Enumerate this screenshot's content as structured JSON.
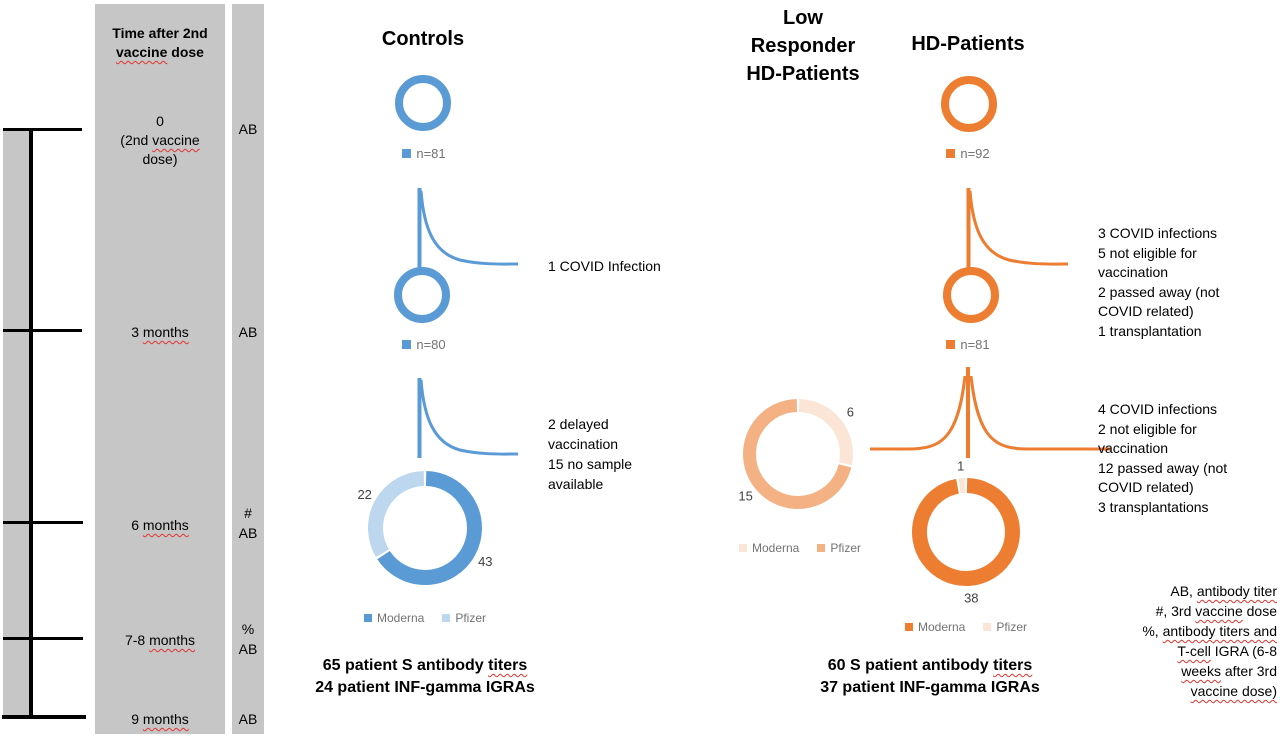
{
  "colors": {
    "blue": "#5B9BD5",
    "blue_light": "#BDD7EE",
    "orange": "#ED7D31",
    "orange_medium": "#F4B183",
    "orange_pale": "#FBE5D6",
    "panel_gray": "#C6C6C6",
    "legend_text": "#737373",
    "label_gray": "#404040",
    "squiggle_red": "#E0342F"
  },
  "timeline": {
    "header": [
      [
        "Time after 2nd"
      ],
      [
        {
          "t": "vaccine",
          "m": true
        },
        " dose"
      ]
    ],
    "rows": [
      {
        "time": [
          [
            "0"
          ],
          [
            "(2nd ",
            {
              "t": "vaccine",
              "m": true
            }
          ],
          [
            "dose)"
          ]
        ],
        "marker": [
          [
            "AB"
          ]
        ]
      },
      {
        "time": [
          [
            "3 ",
            {
              "t": "months",
              "m": true
            }
          ]
        ],
        "marker": [
          [
            "AB"
          ]
        ]
      },
      {
        "time": [
          [
            "6 ",
            {
              "t": "months",
              "m": true
            }
          ]
        ],
        "marker": [
          [
            "#"
          ],
          [
            "AB"
          ]
        ]
      },
      {
        "time": [
          [
            "7-8 ",
            {
              "t": "months",
              "m": true
            }
          ]
        ],
        "marker": [
          [
            "%"
          ],
          [
            "AB"
          ]
        ]
      },
      {
        "time": [
          [
            "9 ",
            {
              "t": "months",
              "m": true
            }
          ]
        ],
        "marker": [
          [
            "AB"
          ]
        ]
      }
    ]
  },
  "columns": {
    "controls": {
      "title": "Controls",
      "annotation_3mo": "1 COVID Infection",
      "annotation_6mo": [
        [
          "2 delayed"
        ],
        [
          "vaccination"
        ],
        [
          "15 no sample"
        ],
        [
          "available"
        ]
      ],
      "caption": [
        [
          "65 patient S antibody ",
          {
            "t": "titers",
            "m": true
          }
        ],
        [
          "24 patient INF-gamma IGRAs"
        ]
      ]
    },
    "low_responder": {
      "title": [
        [
          "Low"
        ],
        [
          "Responder"
        ],
        [
          "HD-Patients"
        ]
      ]
    },
    "hd": {
      "title": "HD-Patients",
      "annotation_3mo": [
        [
          "3 COVID infections"
        ],
        [
          "5 not eligible for"
        ],
        [
          "vaccination"
        ],
        [
          "2 passed away (not"
        ],
        [
          "COVID related)"
        ],
        [
          "1 transplantation"
        ]
      ],
      "annotation_6mo": [
        [
          "4 COVID infections"
        ],
        [
          "2 not eligible for"
        ],
        [
          "vaccination"
        ],
        [
          "12 passed away (not"
        ],
        [
          "COVID related)"
        ],
        [
          "3 transplantations"
        ]
      ],
      "caption": [
        [
          "60 S patient antibody ",
          {
            "t": "titers",
            "m": true
          }
        ],
        [
          "37 patient INF-gamma IGRAs"
        ]
      ]
    }
  },
  "footnote": [
    [
      "AB, ",
      {
        "t": "antibody titer",
        "m": true
      }
    ],
    [
      "#, 3rd ",
      {
        "t": "vaccine",
        "m": true
      },
      " dose"
    ],
    [
      "%, ",
      {
        "t": "antibody titers and",
        "m": true
      }
    ],
    [
      {
        "t": "T-cell",
        "m": true
      },
      " IGRA (6-8"
    ],
    [
      {
        "t": "weeks",
        "m": true
      },
      " after 3rd"
    ],
    [
      {
        "t": "vaccine dose)",
        "m": true
      }
    ]
  ],
  "chart_data": [
    {
      "id": "controls-cohort-month0",
      "type": "donut",
      "group": "Controls",
      "time_point": "0 (2nd vaccine dose)",
      "categories": [
        "Controls cohort"
      ],
      "values": [
        81
      ],
      "colors": [
        "#5B9BD5"
      ],
      "legend": "n=81",
      "clockwise_from_top": true
    },
    {
      "id": "controls-cohort-month3",
      "type": "donut",
      "group": "Controls",
      "time_point": "3 months",
      "categories": [
        "Controls cohort"
      ],
      "values": [
        80
      ],
      "colors": [
        "#5B9BD5"
      ],
      "legend": "n=80",
      "clockwise_from_top": true
    },
    {
      "id": "hd-cohort-month0",
      "type": "donut",
      "group": "HD-Patients",
      "time_point": "0 (2nd vaccine dose)",
      "categories": [
        "HD-Patients cohort"
      ],
      "values": [
        92
      ],
      "colors": [
        "#ED7D31"
      ],
      "legend": "n=92",
      "clockwise_from_top": true
    },
    {
      "id": "hd-cohort-month3",
      "type": "donut",
      "group": "HD-Patients",
      "time_point": "3 months",
      "categories": [
        "HD-Patients cohort"
      ],
      "values": [
        81
      ],
      "colors": [
        "#ED7D31"
      ],
      "legend": "n=81",
      "clockwise_from_top": true
    },
    {
      "id": "low-responder-vaccine-split",
      "type": "donut",
      "group": "Low Responder HD-Patients",
      "time_point": "6 months",
      "categories": [
        "Moderna",
        "Pfizer"
      ],
      "values": [
        6,
        15
      ],
      "colors": [
        "#FBE5D6",
        "#F4B183"
      ],
      "show_labels": true,
      "clockwise_from_top": true
    },
    {
      "id": "controls-vaccine-split",
      "type": "donut",
      "group": "Controls",
      "time_point": "6 months",
      "categories": [
        "Moderna",
        "Pfizer"
      ],
      "values": [
        43,
        22
      ],
      "colors": [
        "#5B9BD5",
        "#BDD7EE"
      ],
      "show_labels": true,
      "clockwise_from_top": true
    },
    {
      "id": "hd-vaccine-split",
      "type": "donut",
      "group": "HD-Patients",
      "time_point": "6 months",
      "categories": [
        "Moderna",
        "Pfizer"
      ],
      "values": [
        38,
        1
      ],
      "colors": [
        "#ED7D31",
        "#FBE5D6"
      ],
      "show_labels": true,
      "clockwise_from_top": true
    }
  ]
}
